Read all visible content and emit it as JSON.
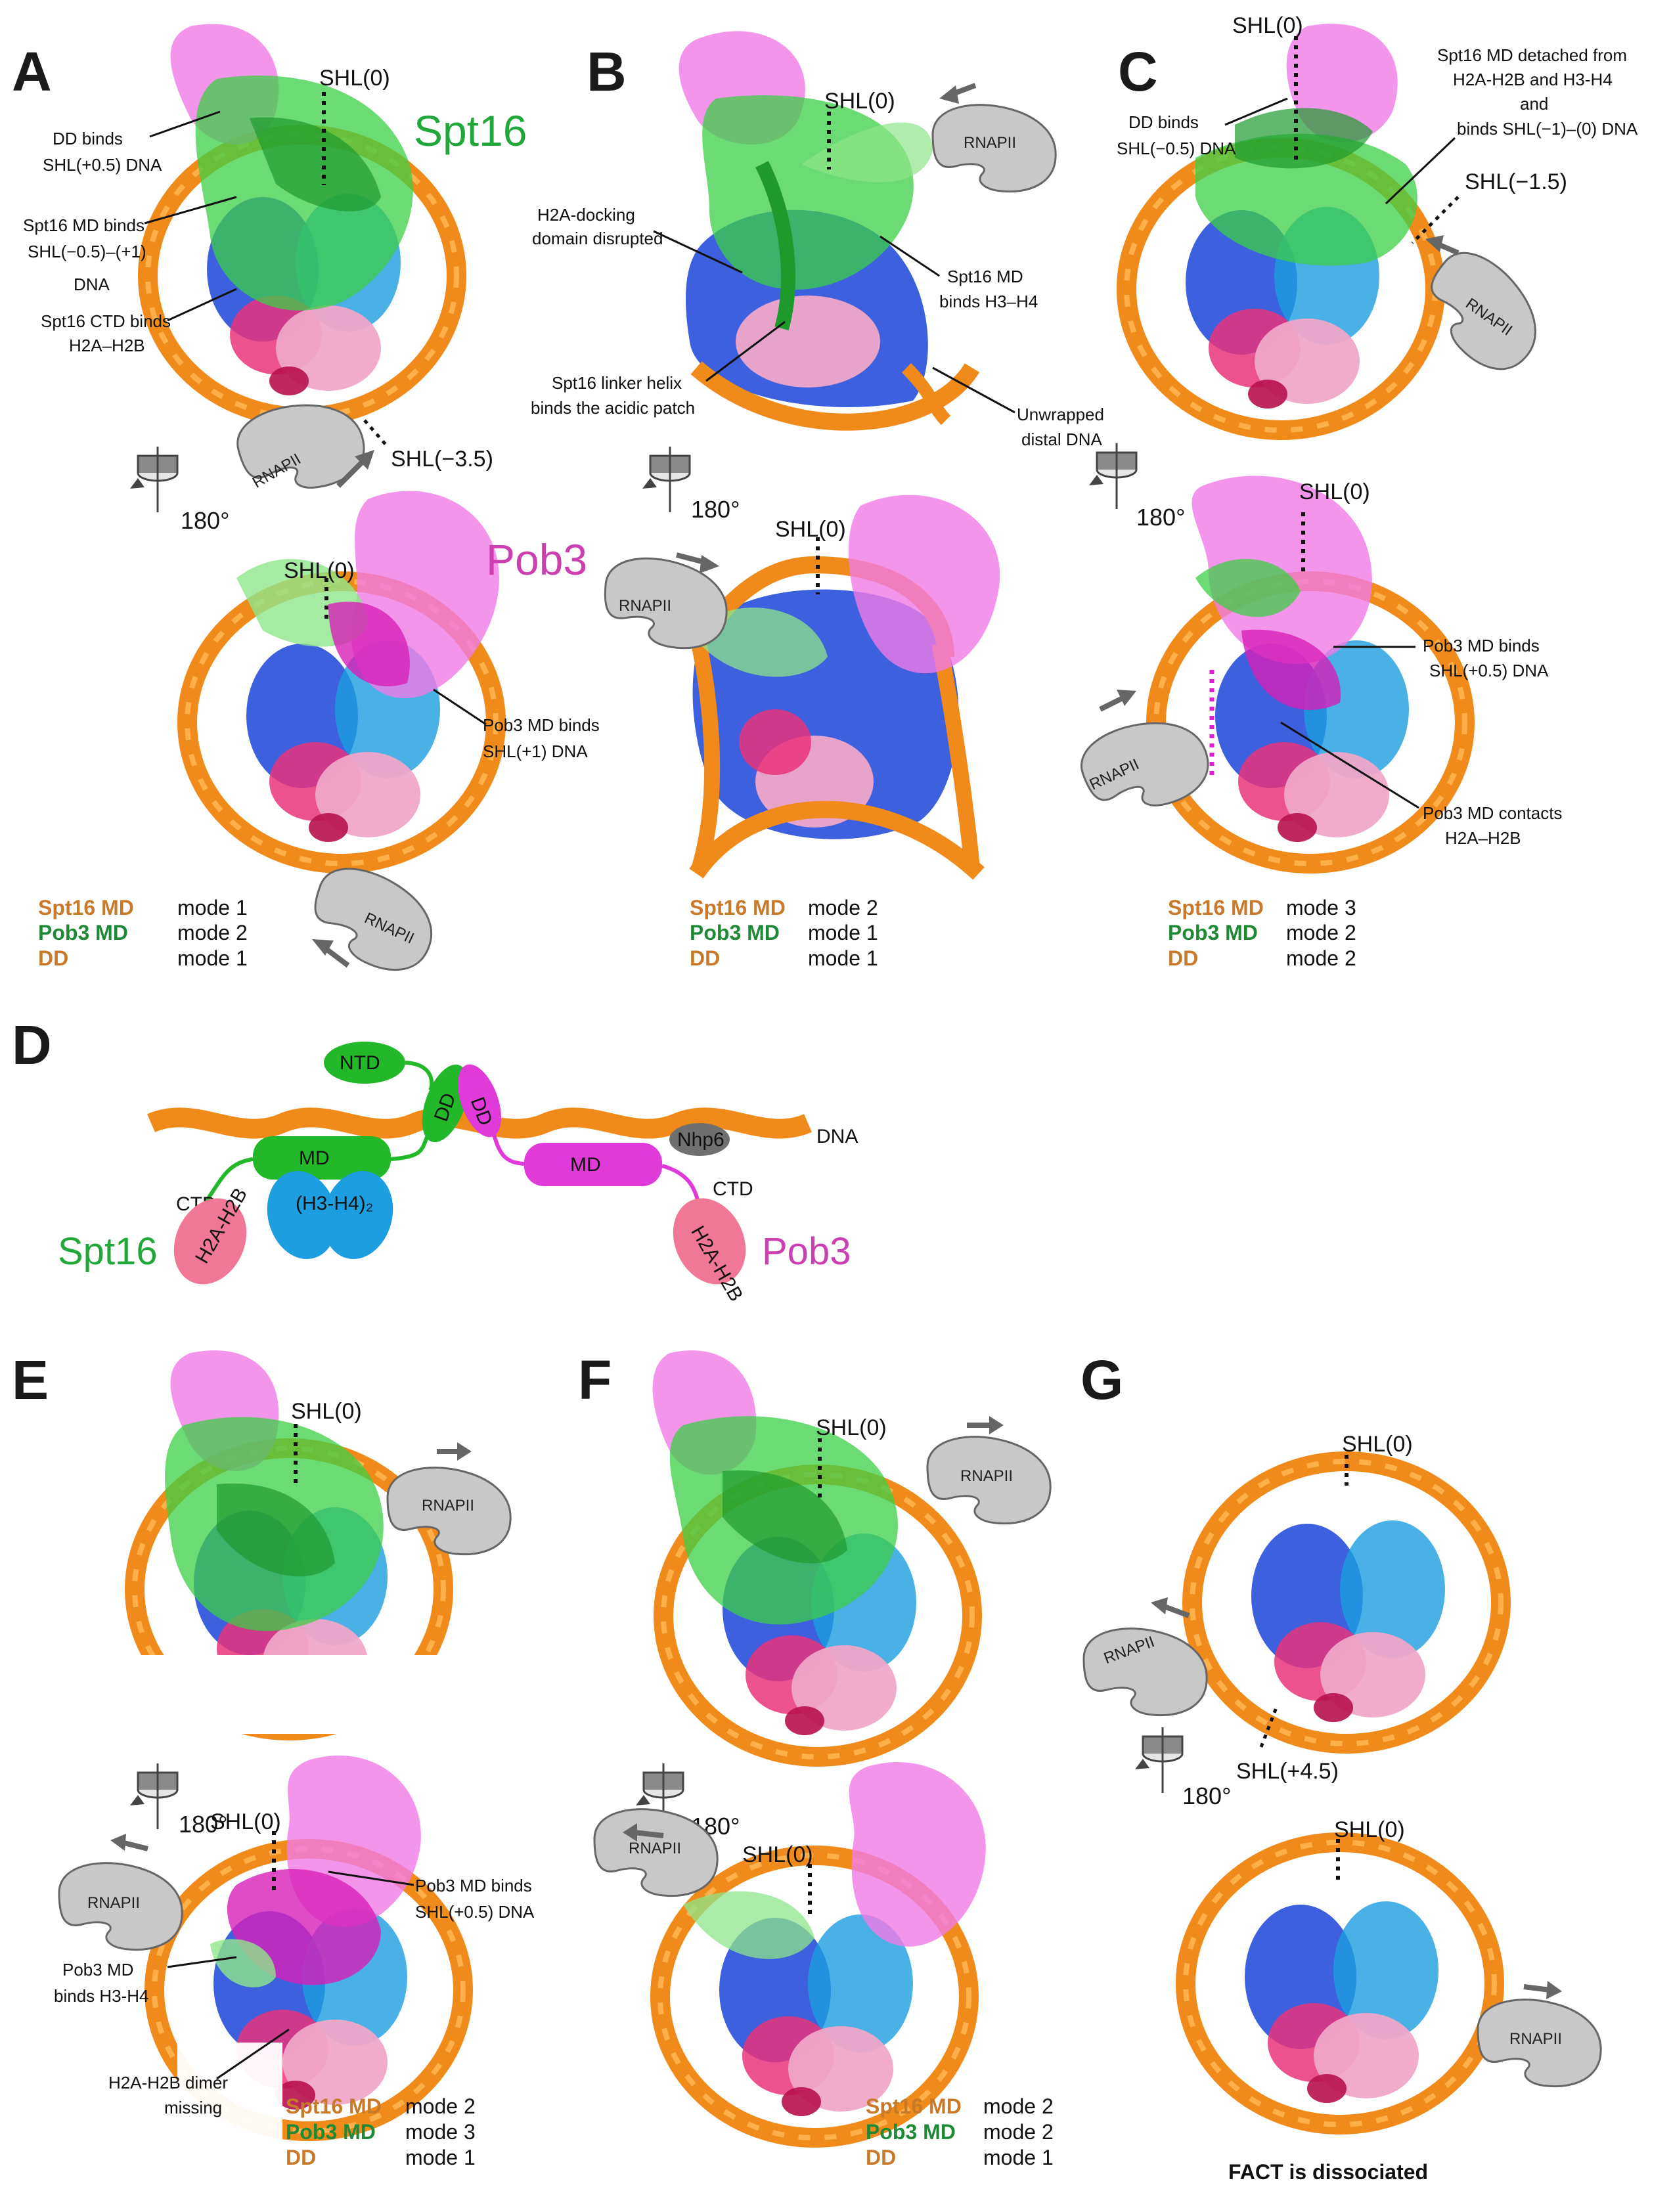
{
  "colors": {
    "spt16": "#22a83a",
    "spt16_light": "#8ee68a",
    "pob3": "#cc3fb0",
    "pob3_light": "#f07ae6",
    "dna": "#f08a1a",
    "h3h4": "#1a44d8",
    "h2ah2b": "#e8347a",
    "core_pink": "#f0a6c8",
    "rnap": "#c8c8c8",
    "blue_domain": "#1c9ee0",
    "legend_orange": "#c87a2a",
    "legend_green": "#1f8a36"
  },
  "panels": {
    "A": {
      "letter": "A",
      "spt16_title": "Spt16",
      "pob3_title": "Pob3",
      "shl_top": "SHL(0)",
      "shl_rnap": "SHL(−3.5)",
      "shl_bottom": "SHL(0)",
      "rot": "180°",
      "ann_dd_1": "DD binds",
      "ann_dd_2": "SHL(+0.5) DNA",
      "ann_md_1": "Spt16 MD binds",
      "ann_md_2": "SHL(−0.5)–(+1)",
      "ann_md_3": "DNA",
      "ann_ctd_1": "Spt16 CTD binds",
      "ann_ctd_2": "H2A–H2B",
      "ann_pob3_1": "Pob3 MD binds",
      "ann_pob3_2": "SHL(+1) DNA",
      "rnap1": "RNAPII",
      "rnap2": "RNAPII",
      "legend": [
        {
          "name": "Spt16 MD",
          "mode": "mode 1"
        },
        {
          "name": "Pob3 MD",
          "mode": "mode 2"
        },
        {
          "name": "DD",
          "mode": "mode 1"
        }
      ]
    },
    "B": {
      "letter": "B",
      "shl_top": "SHL(0)",
      "shl_bottom": "SHL(0)",
      "rot": "180°",
      "ann_h2a_1": "H2A-docking",
      "ann_h2a_2": "domain disrupted",
      "ann_md_1": "Spt16 MD",
      "ann_md_2": "binds H3–H4",
      "ann_linker_1": "Spt16 linker helix",
      "ann_linker_2": "binds the acidic patch",
      "ann_unwrap_1": "Unwrapped",
      "ann_unwrap_2": "distal DNA",
      "rnap1": "RNAPII",
      "rnap2": "RNAPII",
      "legend": [
        {
          "name": "Spt16 MD",
          "mode": "mode 2"
        },
        {
          "name": "Pob3 MD",
          "mode": "mode 1"
        },
        {
          "name": "DD",
          "mode": "mode 1"
        }
      ]
    },
    "C": {
      "letter": "C",
      "shl_top": "SHL(0)",
      "shl_rnap": "SHL(−1.5)",
      "shl_bottom": "SHL(0)",
      "rot": "180°",
      "ann_dd_1": "DD binds",
      "ann_dd_2": "SHL(−0.5) DNA",
      "ann_det_1": "Spt16 MD detached from",
      "ann_det_2": "H2A-H2B and H3-H4",
      "ann_det_3": "and",
      "ann_det_4": "binds SHL(−1)–(0) DNA",
      "ann_pob3_1": "Pob3 MD binds",
      "ann_pob3_2": "SHL(+0.5) DNA",
      "ann_cont_1": "Pob3 MD contacts",
      "ann_cont_2": "H2A–H2B",
      "rnap1": "RNAPII",
      "rnap2": "RNAPII",
      "legend": [
        {
          "name": "Spt16 MD",
          "mode": "mode 3"
        },
        {
          "name": "Pob3 MD",
          "mode": "mode 2"
        },
        {
          "name": "DD",
          "mode": "mode 2"
        }
      ]
    },
    "D": {
      "letter": "D",
      "ntd": "NTD",
      "dd1": "DD",
      "dd2": "DD",
      "md1": "MD",
      "md2": "MD",
      "nhp6": "Nhp6",
      "dna": "DNA",
      "ctd1": "CTD",
      "ctd2": "CTD",
      "h3h4": "(H3-H4)₂",
      "h2ah2b1": "H2A-H2B",
      "h2ah2b2": "H2A-H2B",
      "spt16": "Spt16",
      "pob3": "Pob3"
    },
    "E": {
      "letter": "E",
      "shl_top": "SHL(0)",
      "shl_bottom": "SHL(0)",
      "rot": "180°",
      "ann_pob3dna_1": "Pob3 MD binds",
      "ann_pob3dna_2": "SHL(+0.5) DNA",
      "ann_pob3h3_1": "Pob3 MD",
      "ann_pob3h3_2": "binds H3-H4",
      "ann_miss_1": "H2A-H2B dimer",
      "ann_miss_2": "missing",
      "rnap1": "RNAPII",
      "rnap2": "RNAPII",
      "legend": [
        {
          "name": "Spt16 MD",
          "mode": "mode 2"
        },
        {
          "name": "Pob3 MD",
          "mode": "mode 3"
        },
        {
          "name": "DD",
          "mode": "mode 1"
        }
      ]
    },
    "F": {
      "letter": "F",
      "shl_top": "SHL(0)",
      "shl_bottom": "SHL(0)",
      "rot": "180°",
      "rnap1": "RNAPII",
      "rnap2": "RNAPII",
      "legend": [
        {
          "name": "Spt16 MD",
          "mode": "mode 2"
        },
        {
          "name": "Pob3 MD",
          "mode": "mode 2"
        },
        {
          "name": "DD",
          "mode": "mode 1"
        }
      ]
    },
    "G": {
      "letter": "G",
      "shl_top": "SHL(0)",
      "shl_rnap": "SHL(+4.5)",
      "shl_bottom": "SHL(0)",
      "rot": "180°",
      "rnap1": "RNAPII",
      "rnap2": "RNAPII",
      "footer": "FACT is dissociated"
    }
  }
}
